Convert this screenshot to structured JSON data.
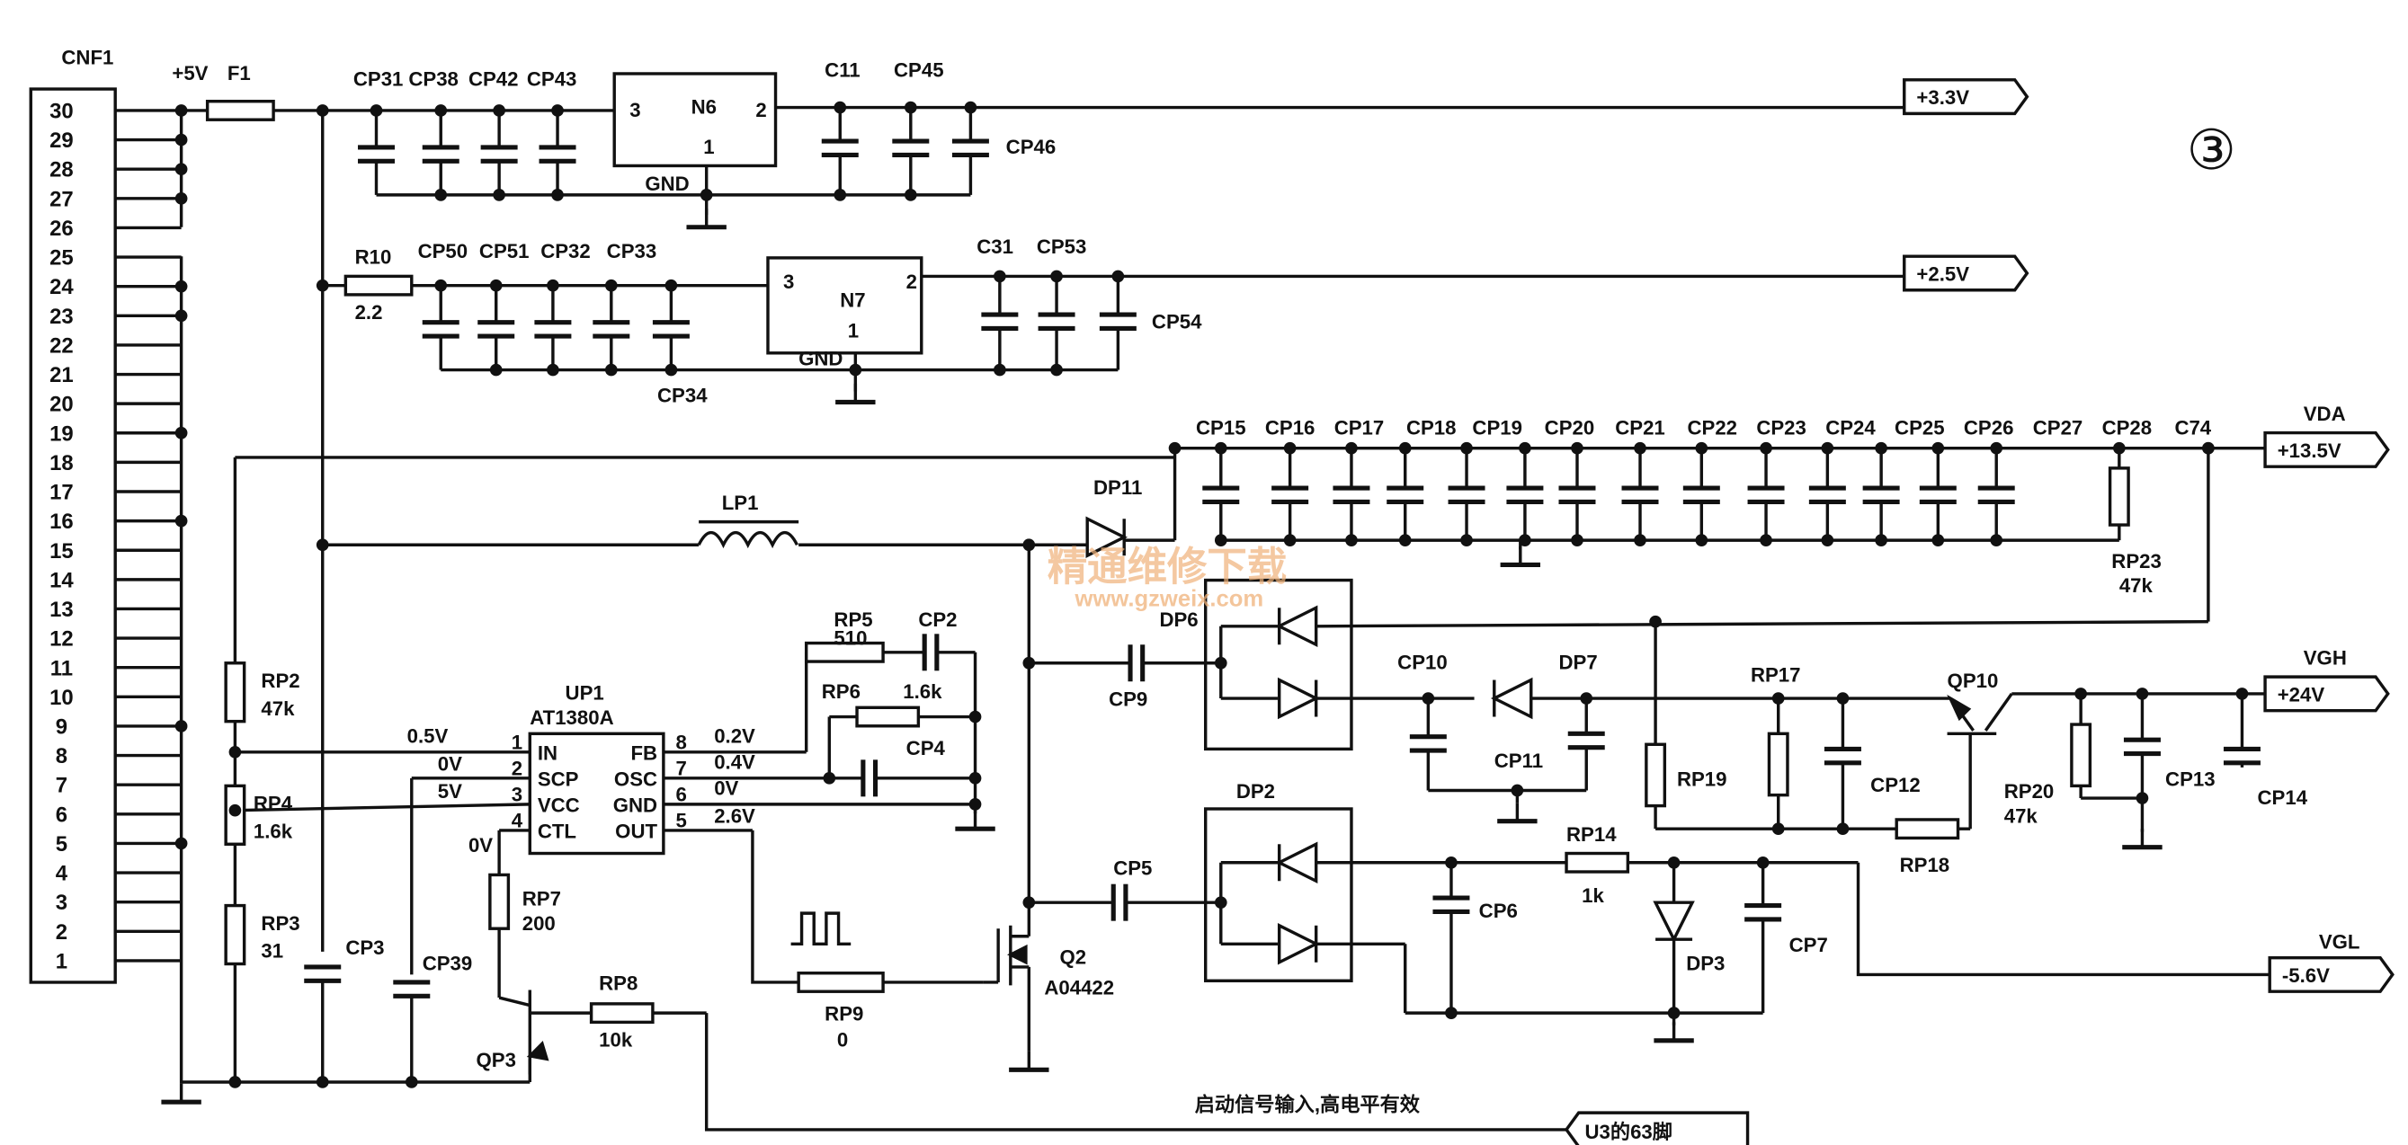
{
  "labels": {
    "CNF1": "CNF1",
    "V5": "+5V",
    "F1": "F1",
    "CP31": "CP31",
    "CP38": "CP38",
    "CP42": "CP42",
    "CP43": "CP43",
    "N6": "N6",
    "N6_p3": "3",
    "N6_p2": "2",
    "N6_p1": "1",
    "N6_gnd": "GND",
    "C11": "C11",
    "CP45": "CP45",
    "CP46": "CP46",
    "R10": "R10",
    "R10_val": "2.2",
    "CP50": "CP50",
    "CP51": "CP51",
    "CP32": "CP32",
    "CP33": "CP33",
    "CP34": "CP34",
    "N7": "N7",
    "N7_p3": "3",
    "N7_p2": "2",
    "N7_p1": "1",
    "N7_gnd": "GND",
    "C31": "C31",
    "CP53": "CP53",
    "CP54": "CP54",
    "CP15": "CP15",
    "CP16": "CP16",
    "CP17": "CP17",
    "CP18": "CP18",
    "CP19": "CP19",
    "CP20": "CP20",
    "CP21": "CP21",
    "CP22": "CP22",
    "CP23": "CP23",
    "CP24": "CP24",
    "CP25": "CP25",
    "CP26": "CP26",
    "CP27": "CP27",
    "CP28": "CP28",
    "C74": "C74",
    "RP23": "RP23",
    "RP23_val": "47k",
    "LP1": "LP1",
    "DP11": "DP11",
    "DP6": "DP6",
    "CP9": "CP9",
    "CP10": "CP10",
    "DP7": "DP7",
    "CP11": "CP11",
    "RP17": "RP17",
    "RP19": "RP19",
    "CP12": "CP12",
    "RP18": "RP18",
    "QP10": "QP10",
    "RP20": "RP20",
    "RP20_val": "47k",
    "CP13": "CP13",
    "CP14": "CP14",
    "DP2": "DP2",
    "CP5": "CP5",
    "CP6": "CP6",
    "RP14": "RP14",
    "RP14_val": "1k",
    "DP3": "DP3",
    "CP7": "CP7",
    "Q2": "Q2",
    "Q2_part": "A04422",
    "RP5": "RP5",
    "RP5_val": "510",
    "CP2": "CP2",
    "RP6": "RP6",
    "RP6_val": "1.6k",
    "CP4": "CP4",
    "UP1": "UP1",
    "UP1_part": "AT1380A",
    "UP1_IN": "IN",
    "UP1_SCP": "SCP",
    "UP1_VCC": "VCC",
    "UP1_CTL": "CTL",
    "UP1_FB": "FB",
    "UP1_OSC": "OSC",
    "UP1_GND": "GND",
    "UP1_OUT": "OUT",
    "UP1_p1": "1",
    "UP1_p2": "2",
    "UP1_p3": "3",
    "UP1_p4": "4",
    "UP1_p8": "8",
    "UP1_p7": "7",
    "UP1_p6": "6",
    "UP1_p5": "5",
    "v_in": "0.5V",
    "v_scp": "0V",
    "v_vcc": "5V",
    "v_ctl": "0V",
    "v_fb": "0.2V",
    "v_osc": "0.4V",
    "v_gnd": "0V",
    "v_out": "2.6V",
    "RP2": "RP2",
    "RP2_val": "47k",
    "RP4": "RP4",
    "RP4_val": "1.6k",
    "RP3": "RP3",
    "RP3_val": "31",
    "CP3": "CP3",
    "CP39": "CP39",
    "RP7": "RP7",
    "RP7_val": "200",
    "QP3": "QP3",
    "RP8": "RP8",
    "RP8_val": "10k",
    "RP9": "RP9",
    "RP9_val": "0",
    "VDA": "VDA",
    "VGH": "VGH",
    "VGL": "VGL",
    "note": "启动信号输入,高电平有效",
    "circle_num": "③"
  },
  "outputs": {
    "v33": "+3.3V",
    "v25": "+2.5V",
    "vda": "+13.5V",
    "vgh": "+24V",
    "vgl": "-5.6V",
    "u3": "U3的63脚"
  },
  "connector": {
    "pins": [
      "30",
      "29",
      "28",
      "27",
      "26",
      "25",
      "24",
      "23",
      "22",
      "21",
      "20",
      "19",
      "18",
      "17",
      "16",
      "15",
      "14",
      "13",
      "12",
      "11",
      "10",
      "9",
      "8",
      "7",
      "6",
      "5",
      "4",
      "3",
      "2",
      "1"
    ]
  },
  "watermark": {
    "cn": "精通维修下载",
    "url": "www.gzweix.com"
  }
}
